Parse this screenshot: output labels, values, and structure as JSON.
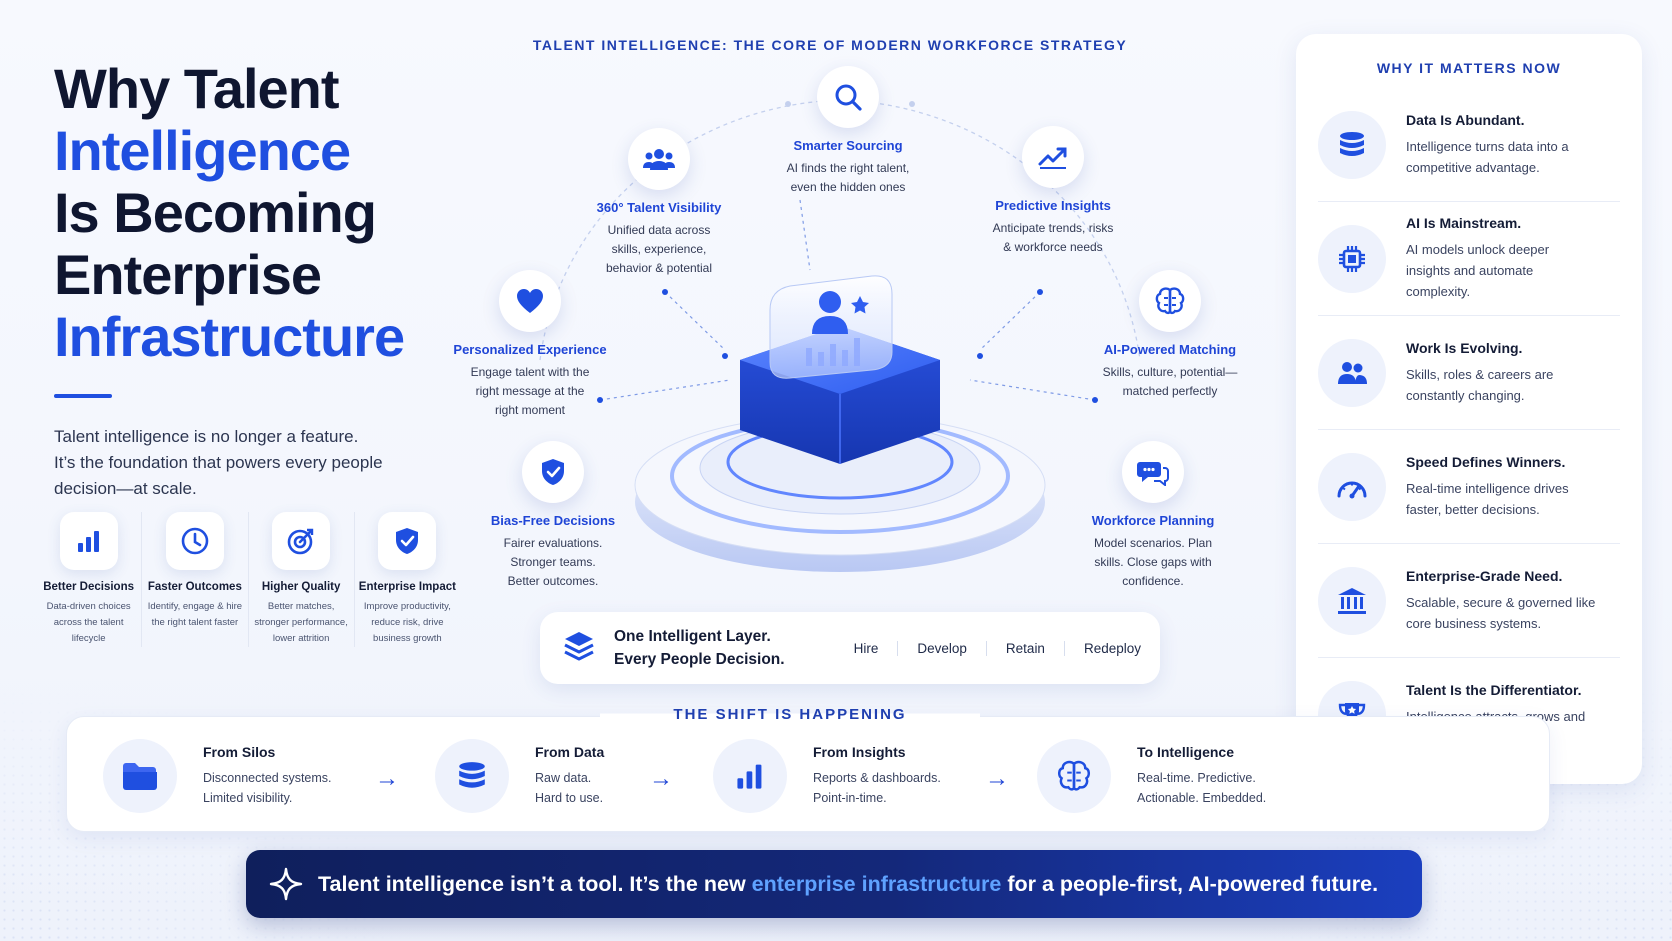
{
  "hero": {
    "title_lines": [
      "Why Talent",
      "Intelligence",
      "Is Becoming",
      "Enterprise",
      "Infrastructure"
    ],
    "lead": "Talent intelligence is no longer a feature. It’s the foundation that powers every people decision—at scale."
  },
  "features": [
    {
      "icon": "bar-chart-icon",
      "title": "Better Decisions",
      "desc": "Data-driven choices across the talent lifecycle"
    },
    {
      "icon": "clock-icon",
      "title": "Faster Outcomes",
      "desc": "Identify, engage & hire the right talent faster"
    },
    {
      "icon": "target-icon",
      "title": "Higher Quality",
      "desc": "Better matches, stronger performance, lower attrition"
    },
    {
      "icon": "shield-check-icon",
      "title": "Enterprise Impact",
      "desc": "Improve productivity, reduce risk, drive business growth"
    }
  ],
  "center": {
    "title": "TALENT INTELLIGENCE: THE CORE OF MODERN WORKFORCE STRATEGY",
    "nodes": [
      {
        "icon": "search-icon",
        "title": "Smarter Sourcing",
        "desc": "AI finds the right talent, even the hidden ones"
      },
      {
        "icon": "users-icon",
        "title": "360° Talent Visibility",
        "desc": "Unified data across skills, experience, behavior & potential"
      },
      {
        "icon": "trend-icon",
        "title": "Predictive Insights",
        "desc": "Anticipate trends, risks & workforce needs"
      },
      {
        "icon": "heart-icon",
        "title": "Personalized Experience",
        "desc": "Engage talent with the right message at the right moment"
      },
      {
        "icon": "brain-icon",
        "title": "AI-Powered Matching",
        "desc": "Skills, culture, potential— matched perfectly"
      },
      {
        "icon": "shield-check-icon",
        "title": "Bias-Free Decisions",
        "desc": "Fairer evaluations. Stronger teams. Better outcomes."
      },
      {
        "icon": "chat-icon",
        "title": "Workforce Planning",
        "desc": "Model scenarios. Plan skills. Close gaps with confidence."
      }
    ],
    "layer": {
      "line1": "One Intelligent Layer.",
      "line2": "Every People Decision.",
      "steps": [
        "Hire",
        "Develop",
        "Retain",
        "Redeploy"
      ]
    }
  },
  "why": {
    "title": "WHY IT MATTERS NOW",
    "items": [
      {
        "icon": "database-icon",
        "title": "Data Is Abundant.",
        "desc": "Intelligence turns data into a competitive advantage."
      },
      {
        "icon": "chip-icon",
        "title": "AI Is Mainstream.",
        "desc": "AI models unlock deeper insights and automate complexity."
      },
      {
        "icon": "users-icon",
        "title": "Work Is Evolving.",
        "desc": "Skills, roles & careers are constantly changing."
      },
      {
        "icon": "gauge-icon",
        "title": "Speed Defines Winners.",
        "desc": "Real-time intelligence drives faster, better decisions."
      },
      {
        "icon": "bank-icon",
        "title": "Enterprise-Grade Need.",
        "desc": "Scalable, secure & governed like core business systems."
      },
      {
        "icon": "trophy-icon",
        "title": "Talent Is the Differentiator.",
        "desc": "Intelligence attracts, grows and retains top talent."
      }
    ]
  },
  "shift": {
    "title": "THE SHIFT IS HAPPENING",
    "stages": [
      {
        "icon": "folder-icon",
        "title": "From Silos",
        "line1": "Disconnected systems.",
        "line2": "Limited visibility."
      },
      {
        "icon": "database-icon",
        "title": "From Data",
        "line1": "Raw data.",
        "line2": "Hard to use."
      },
      {
        "icon": "bar-chart-icon",
        "title": "From Insights",
        "line1": "Reports & dashboards.",
        "line2": "Point-in-time."
      },
      {
        "icon": "brain-icon",
        "title": "To Intelligence",
        "line1": "Real-time. Predictive.",
        "line2": "Actionable. Embedded."
      }
    ]
  },
  "banner": {
    "pre": "Talent intelligence isn’t a tool. It’s the new ",
    "highlight": "enterprise infrastructure",
    "post": " for a people-first, AI-powered future."
  },
  "colors": {
    "accent": "#1f4fe0",
    "heading_blue": "#1f3fb0",
    "banner_bg": "#14287a",
    "banner_highlight": "#5fa2ff"
  }
}
